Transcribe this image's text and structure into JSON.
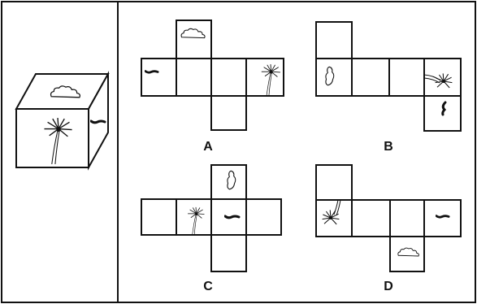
{
  "options": [
    {
      "label": "A"
    },
    {
      "label": "B"
    },
    {
      "label": "C"
    },
    {
      "label": "D"
    }
  ],
  "icons": [
    "cloud-icon",
    "bird-icon",
    "palm-tree-icon",
    "palm-top-icon",
    "lake-icon"
  ],
  "colors": {
    "line": "#111111",
    "background": "#ffffff"
  }
}
